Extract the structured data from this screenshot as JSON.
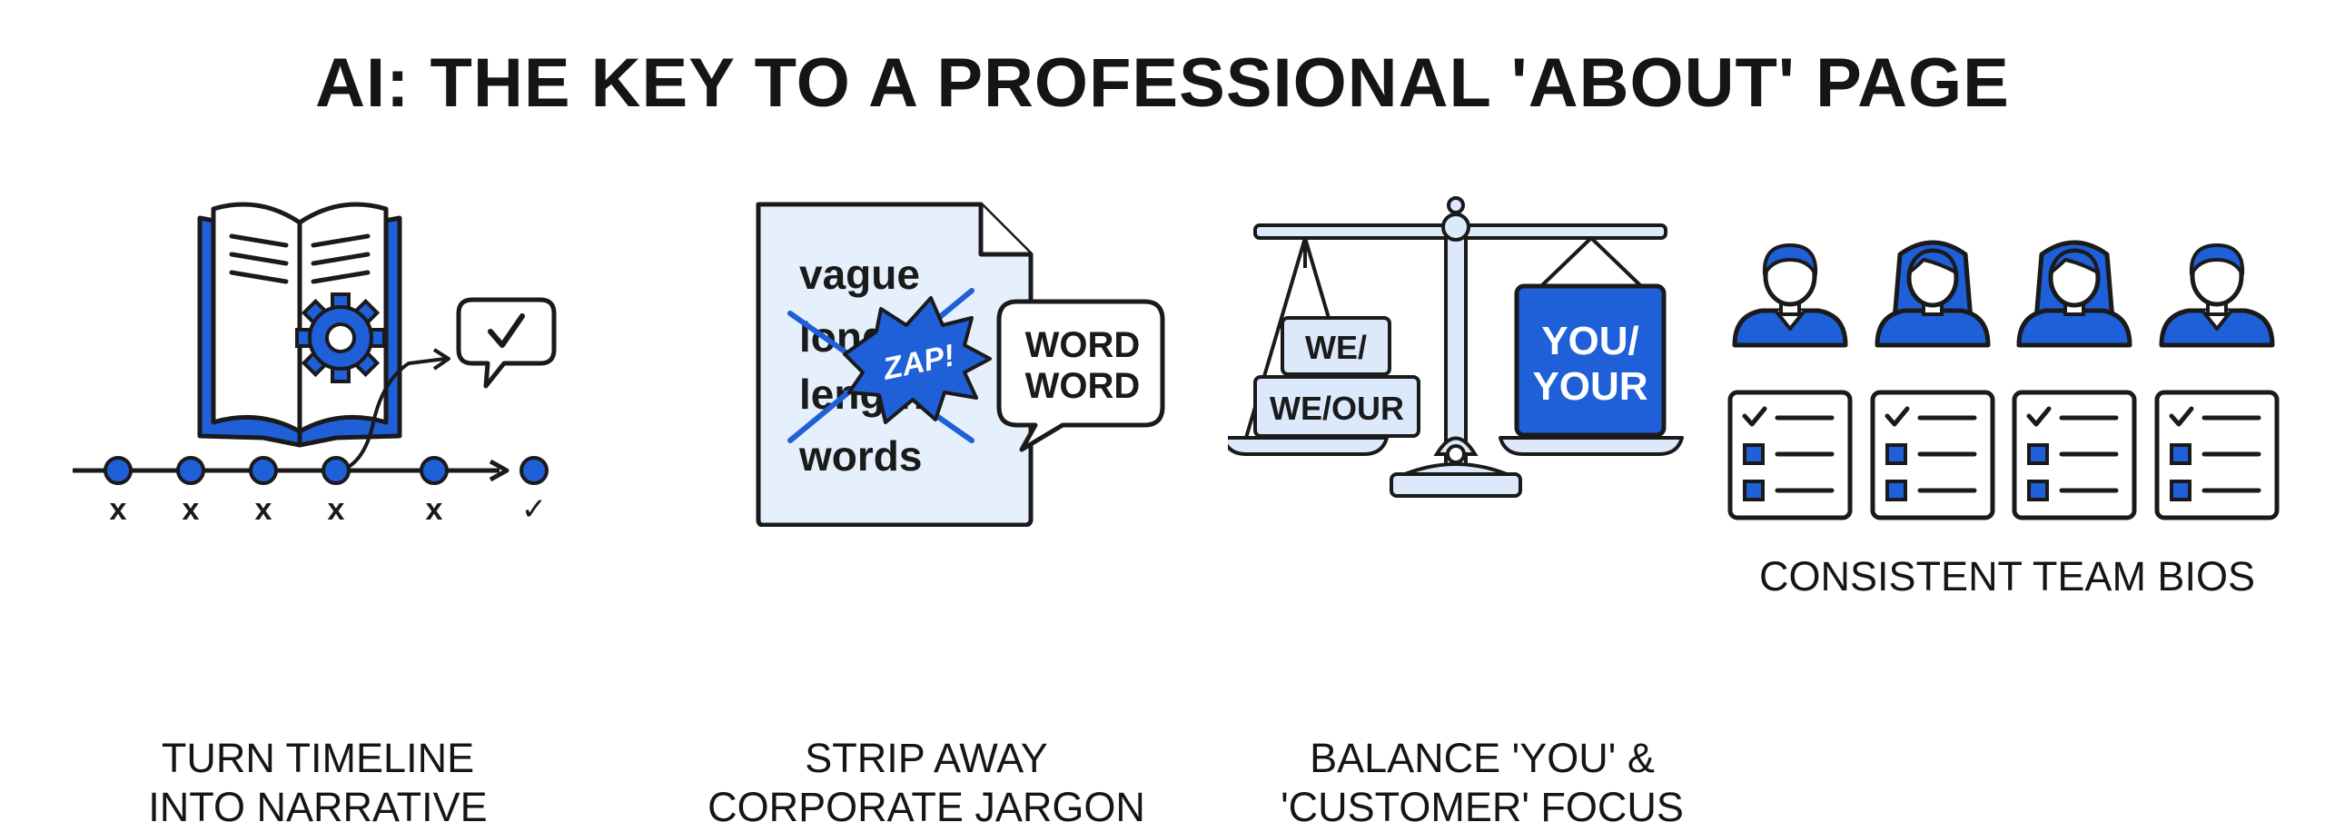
{
  "title": "AI: THE KEY TO A PROFESSIONAL 'ABOUT' PAGE",
  "colors": {
    "accent": "#1f5fd8",
    "light": "#dce9fb",
    "outline": "#1a1a1a"
  },
  "panels": [
    {
      "icon": "book-timeline-icon",
      "caption": [
        "TURN TIMELINE",
        "INTO NARRATIVE"
      ],
      "timeline_marks": [
        "x",
        "x",
        "x",
        "x",
        "x",
        "✓"
      ]
    },
    {
      "icon": "document-jargon-icon",
      "caption": [
        "STRIP AWAY",
        "CORPORATE JARGON"
      ],
      "doc_words": [
        "vague",
        "long",
        "length",
        "words"
      ],
      "zap": "ZAP!",
      "bubble_words": [
        "WORD",
        "WORD"
      ]
    },
    {
      "icon": "balance-scale-icon",
      "caption": [
        "BALANCE 'YOU' &",
        "'CUSTOMER' FOCUS"
      ],
      "left_boxes": [
        "WE/",
        "WE/OUR"
      ],
      "right_box": [
        "YOU/",
        "YOUR"
      ]
    },
    {
      "icon": "team-bios-icon",
      "caption": [
        "CONSISTENT TEAM BIOS"
      ]
    }
  ]
}
